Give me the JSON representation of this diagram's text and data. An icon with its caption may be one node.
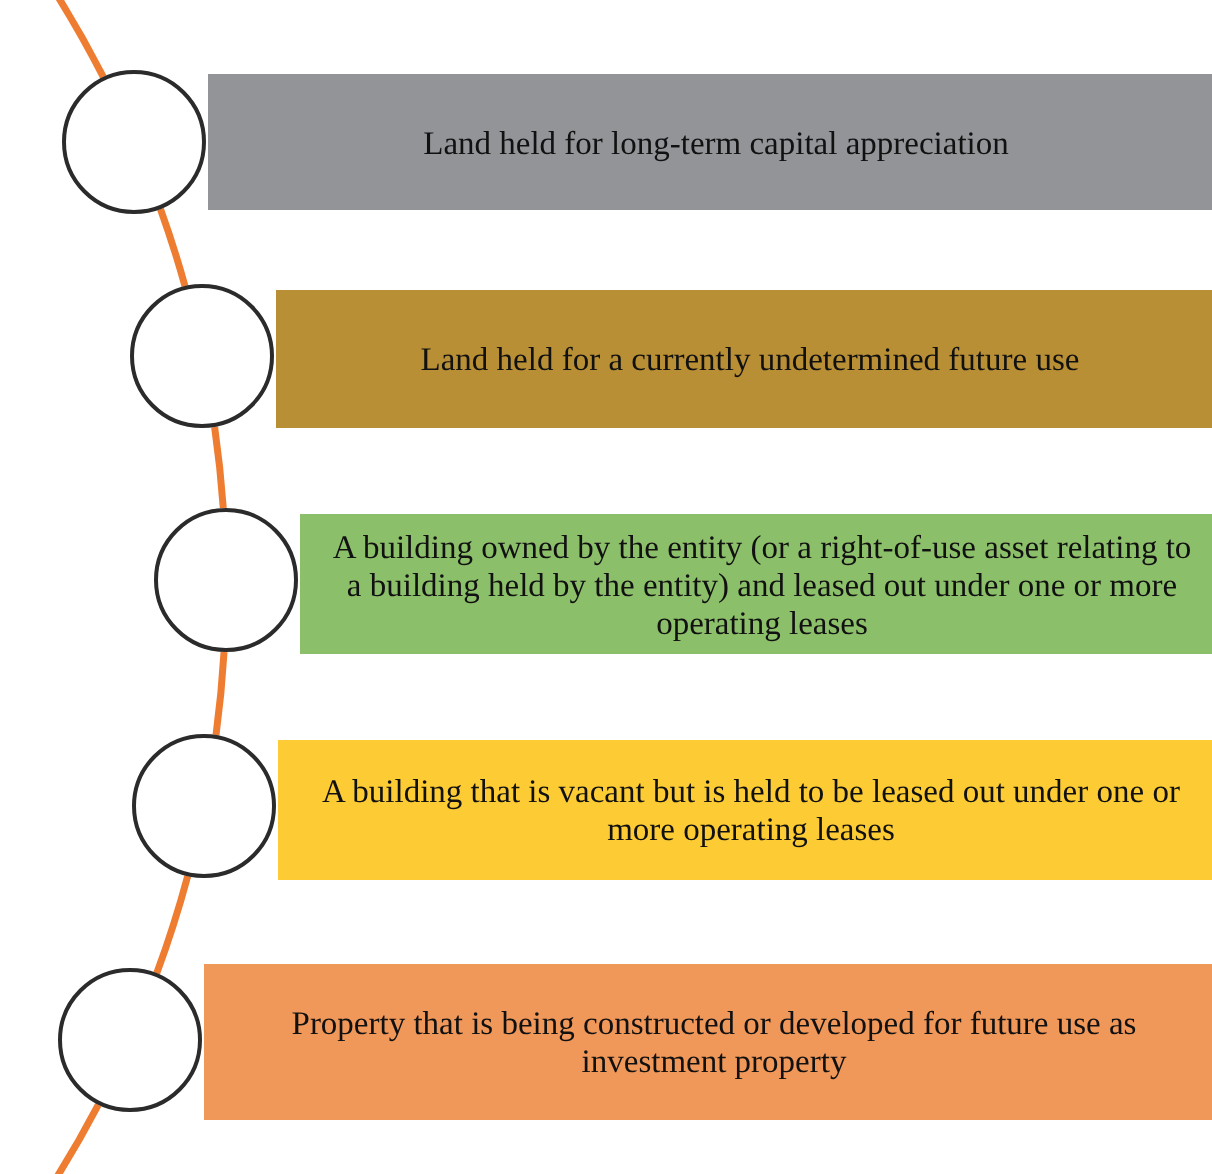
{
  "diagram": {
    "nodes": [
      {
        "text": [],
        "shape": "circle"
      },
      {
        "text": [
          "Land held for long-term capital appreciation"
        ]
      },
      {
        "text": [],
        "shape": "circle"
      },
      {
        "text": [
          "Land held for a currently undetermined future use"
        ]
      },
      {
        "text": [],
        "shape": "circle"
      },
      {
        "text": [
          "A building owned by the entity (or a right-of-use asset relating to a building held by the entity) and leased out under one or more operating leases"
        ]
      },
      {
        "text": [],
        "shape": "circle"
      },
      {
        "text": [
          "A building that is vacant but is held to be leased out under one or more operating leases"
        ]
      },
      {
        "text": [],
        "shape": "circle"
      },
      {
        "text": [
          "Property that is being constructed or developed for future use as investment property"
        ]
      }
    ],
    "edges": [
      {
        "from": null,
        "to": 0,
        "arrow": "none"
      },
      {
        "from": 0,
        "to": 2,
        "arrow": "none"
      },
      {
        "from": 2,
        "to": 4,
        "arrow": "none"
      },
      {
        "from": 4,
        "to": 6,
        "arrow": "none"
      },
      {
        "from": 6,
        "to": 8,
        "arrow": "none"
      },
      {
        "from": 8,
        "to": null,
        "arrow": "none"
      }
    ]
  }
}
